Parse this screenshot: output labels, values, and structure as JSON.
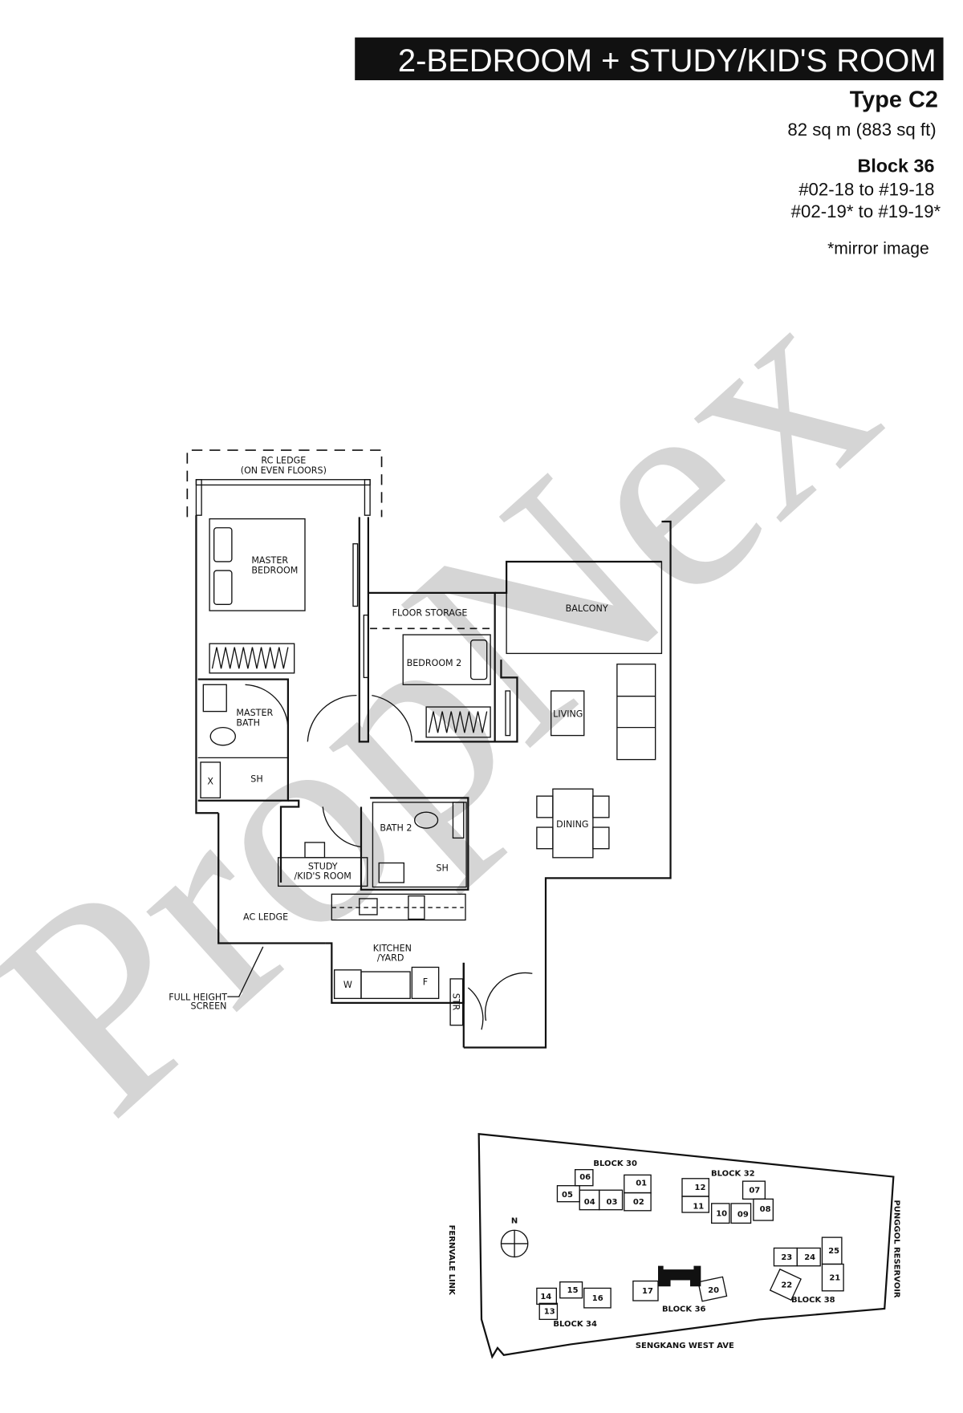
{
  "header": {
    "title": "2-BEDROOM + STUDY/KID'S ROOM",
    "unit_type": "Type C2",
    "area": "82 sq m (883 sq ft)",
    "block": "Block 36",
    "units_line1": "#02-18 to #19-18",
    "units_line2": "#02-19* to #19-19*",
    "note": "*mirror image"
  },
  "watermark": "PropNex",
  "floorplan": {
    "rc_ledge": "RC LEDGE",
    "rc_ledge_note": "(ON EVEN FLOORS)",
    "master_bedroom_1": "MASTER",
    "master_bedroom_2": "BEDROOM",
    "master_bath_1": "MASTER",
    "master_bath_2": "BATH",
    "shower": "SH",
    "wc_mark": "X",
    "floor_storage": "FLOOR STORAGE",
    "bedroom2": "BEDROOM 2",
    "balcony": "BALCONY",
    "living": "LIVING",
    "dining": "DINING",
    "bath2": "BATH 2",
    "shower2": "SH",
    "study_1": "STUDY",
    "study_2": "/KID'S ROOM",
    "ac_ledge": "AC LEDGE",
    "kitchen_1": "KITCHEN",
    "kitchen_2": "/YARD",
    "washer": "W",
    "fridge": "F",
    "store": "STR",
    "screen_1": "FULL HEIGHT",
    "screen_2": "SCREEN"
  },
  "siteplan": {
    "blocks": [
      "BLOCK 30",
      "BLOCK 32",
      "BLOCK 34",
      "BLOCK 36",
      "BLOCK 38"
    ],
    "units": [
      "01",
      "02",
      "03",
      "04",
      "05",
      "06",
      "07",
      "08",
      "09",
      "10",
      "11",
      "12",
      "13",
      "14",
      "15",
      "16",
      "17",
      "20",
      "21",
      "22",
      "23",
      "24",
      "25"
    ],
    "north": "N",
    "roads": {
      "west": "FERNVALE LINK",
      "east": "PUNGGOL RESERVOIR",
      "south": "SENGKANG WEST AVE"
    },
    "highlight_block": "BLOCK 36",
    "highlight_color": "#111111"
  }
}
